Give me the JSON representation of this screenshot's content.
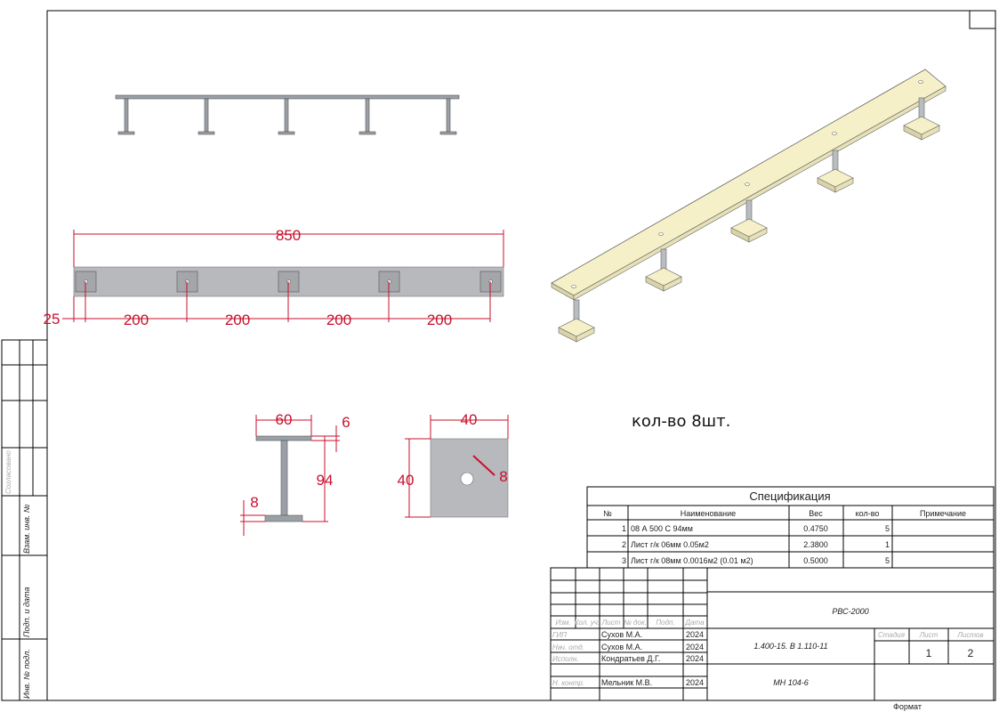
{
  "dimensions": {
    "length_total": "850",
    "offset": "25",
    "spacing": [
      "200",
      "200",
      "200",
      "200"
    ],
    "beam_width": "60",
    "flange_thickness": "6",
    "beam_height": "94",
    "web_thickness": "8",
    "plate_width": "40",
    "plate_height": "40",
    "hole_diameter": "8"
  },
  "quantity_note": "кол-во 8шт.",
  "spec": {
    "title": "Спецификация",
    "headers": [
      "№",
      "Наименование",
      "Вес",
      "кол-во",
      "Примечание"
    ],
    "rows": [
      {
        "n": "1",
        "name": "08  А 500 С 94мм",
        "weight": "0.4750",
        "qty": "5",
        "note": ""
      },
      {
        "n": "2",
        "name": "Лист г/к 06мм 0.05м2",
        "weight": "2.3800",
        "qty": "1",
        "note": ""
      },
      {
        "n": "3",
        "name": "Лист г/к 08мм  0.0016м2 (0.01 м2)",
        "weight": "0.5000",
        "qty": "5",
        "note": ""
      }
    ]
  },
  "title_block": {
    "col_headers": [
      "Изм.",
      "Кол. уч.",
      "Лист",
      "№ док.",
      "Подп.",
      "Дата"
    ],
    "roles": [
      {
        "role": "ГИП",
        "name": "Сухов М.А.",
        "date": "2024"
      },
      {
        "role": "Нач. отд.",
        "name": "Сухов М.А.",
        "date": "2024"
      },
      {
        "role": "Исполн.",
        "name": "Кондратьев Д.Г.",
        "date": "2024"
      },
      {
        "role": "Н. контр.",
        "name": "Мельник М.В.",
        "date": "2024"
      }
    ],
    "project": "РВС-2000",
    "code": "1.400-15. В 1.110-11",
    "part": "МН 104-6",
    "stage_label": "Стадия",
    "sheet_label": "Лист",
    "sheets_label": "Листов",
    "sheet": "1",
    "sheets": "2",
    "format_label": "Формат"
  },
  "side_block": [
    "Инв. № подл.",
    "Подп. и дата",
    "Взам. инв. №",
    "Согласовано"
  ]
}
